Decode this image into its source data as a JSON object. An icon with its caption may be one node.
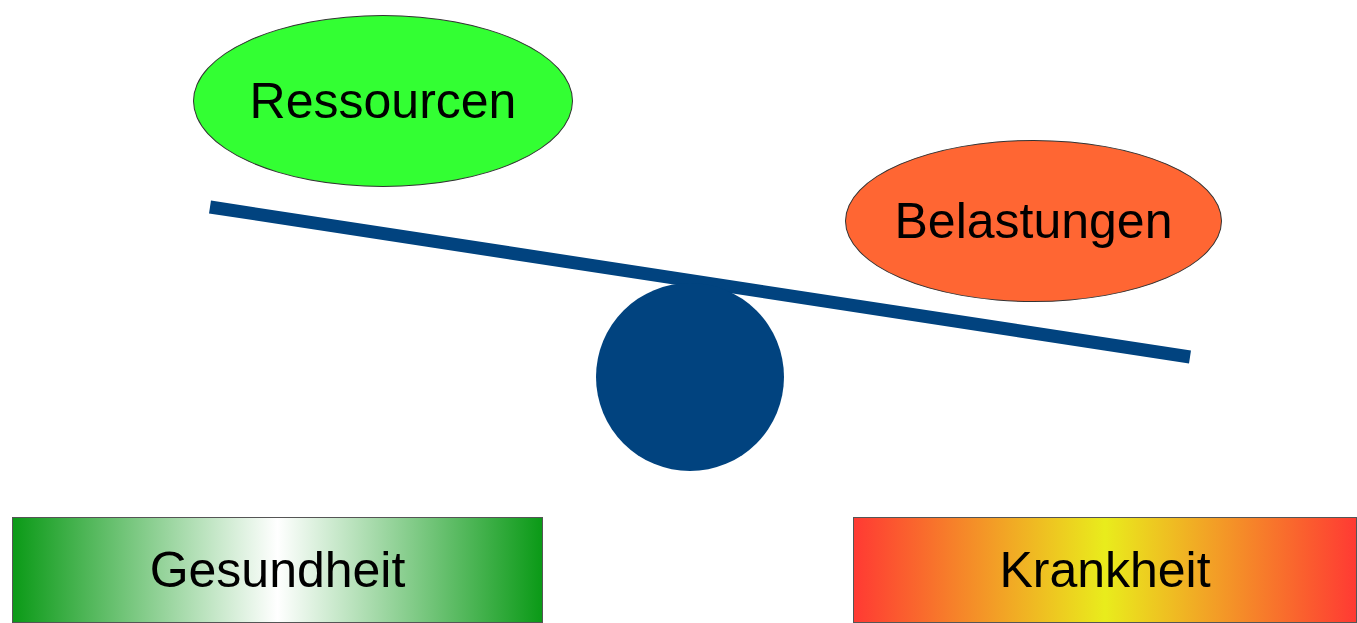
{
  "diagram": {
    "nodes": [
      {
        "text": [
          "Ressourcen"
        ]
      },
      {
        "text": [
          "Belastungen"
        ]
      },
      {
        "text": [
          "Gesundheit"
        ]
      },
      {
        "text": [
          "Krankheit"
        ]
      }
    ]
  }
}
